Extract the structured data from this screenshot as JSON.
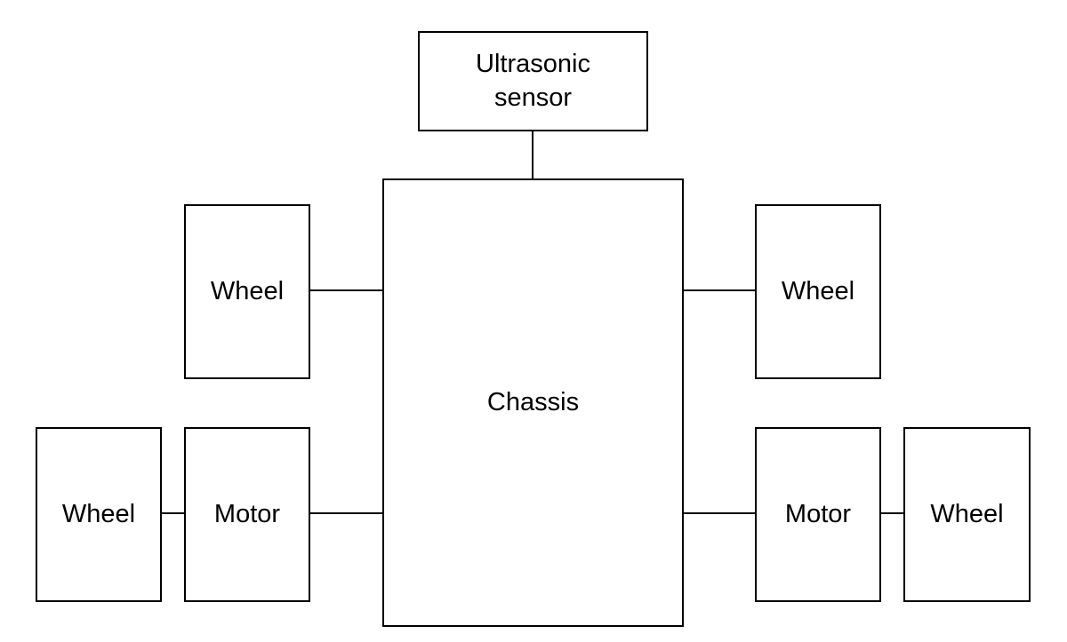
{
  "diagram": {
    "sensor_label": "Ultrasonic\nsensor",
    "chassis_label": "Chassis",
    "wheel_top_left_label": "Wheel",
    "wheel_top_right_label": "Wheel",
    "wheel_bottom_left_label": "Wheel",
    "motor_left_label": "Motor",
    "motor_right_label": "Motor",
    "wheel_bottom_right_label": "Wheel"
  },
  "connections": [
    [
      "sensor",
      "chassis"
    ],
    [
      "wheel-top-left",
      "chassis"
    ],
    [
      "wheel-top-right",
      "chassis"
    ],
    [
      "motor-left",
      "chassis"
    ],
    [
      "motor-right",
      "chassis"
    ],
    [
      "wheel-bottom-left",
      "motor-left"
    ],
    [
      "motor-right",
      "wheel-bottom-right"
    ]
  ],
  "colors": {
    "stroke": "#000000",
    "background": "#ffffff"
  }
}
